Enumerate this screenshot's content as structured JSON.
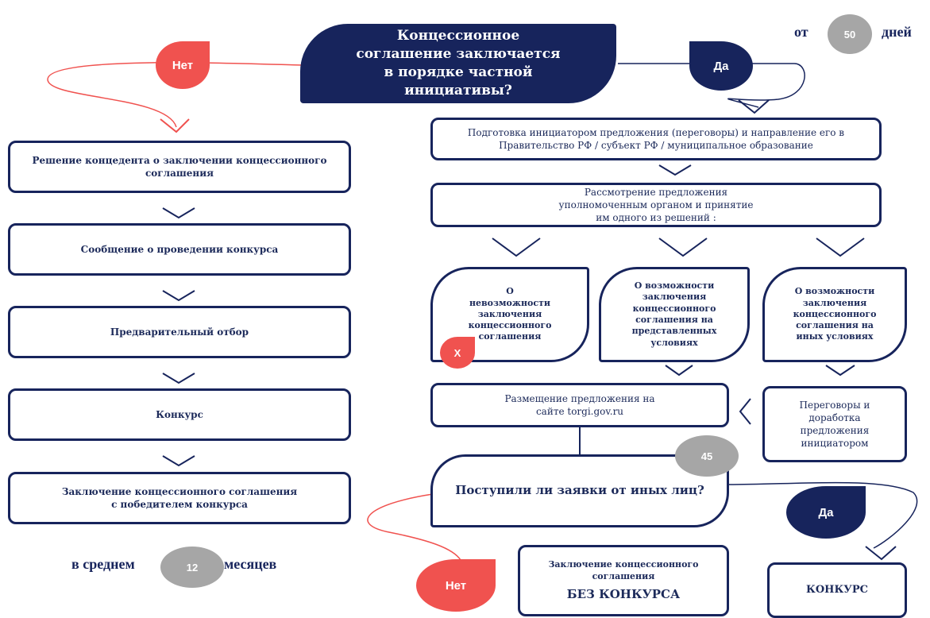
{
  "question_main": "Концессионное соглашение заключается в порядке частной инициативы?",
  "no_label": "Нет",
  "yes_label": "Да",
  "days_prefix": "от",
  "days_value": "50",
  "days_suffix": "дней",
  "left_steps": [
    "Решение концедента о заключении концессионного соглашения",
    "Сообщение о проведении конкурса",
    "Предварительный отбор",
    "Конкурс",
    "Заключение концессионного соглашения с победителем конкурса"
  ],
  "avg_prefix": "в среднем",
  "avg_value": "12",
  "avg_suffix": "месяцев",
  "right_step_1": "Подготовка инициатором предложения (переговоры) и направление его в Правительство РФ / субъект РФ / муниципальное образование",
  "right_step_2": "Рассмотрение предложения уполномоченным органом и принятие им одного из решений :",
  "decisions": [
    "О невозможности заключения концессионного соглашения",
    "О возможности заключения концессионного соглашения на представленных условиях",
    "О возможности заключения концессионного соглашения на иных условиях"
  ],
  "reject_mark": "Х",
  "placement": "Размещение предложения на сайте torgi.gov.ru",
  "negotiation": "Переговоры и доработка предложения инициатором",
  "question_2": "Поступили ли заявки от иных лиц?",
  "days_45": "45",
  "no_label_2": "Нет",
  "yes_label_2": "Да",
  "result_no_competition_line1": "Заключение концессионного соглашения",
  "result_no_competition_line2": "БЕЗ КОНКУРСА",
  "result_competition": "КОНКУРС",
  "colors": {
    "navy": "#17245c",
    "red": "#f0524f",
    "gray": "#a6a6a6"
  }
}
